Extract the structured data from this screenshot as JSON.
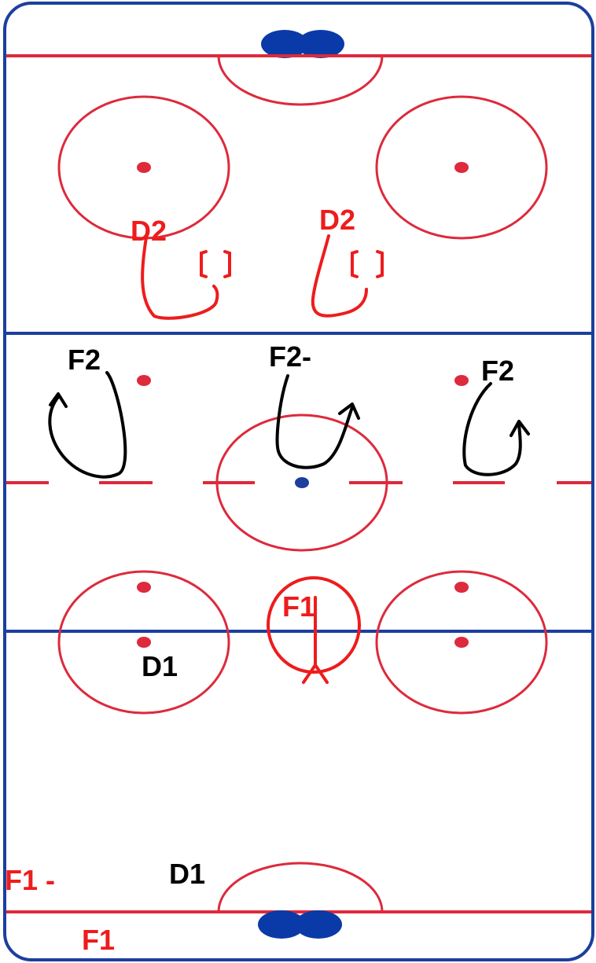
{
  "colors": {
    "boards": "#1c3f9e",
    "red_line": "#dd2a3c",
    "blue_line": "#1c3f9e",
    "marker_red": "#ee1c1c",
    "marker_black": "#000000",
    "goal": "#0a3aa8"
  },
  "labels": {
    "d2_left": "D2",
    "d2_right": "D2",
    "f2_left": "F2",
    "f2_center": "F2-",
    "f2_right": "F2",
    "f1_circle": "F1",
    "d1_upper": "D1",
    "d1_lower": "D1",
    "f1_side": "F1 -",
    "f1_bottom": "F1"
  }
}
